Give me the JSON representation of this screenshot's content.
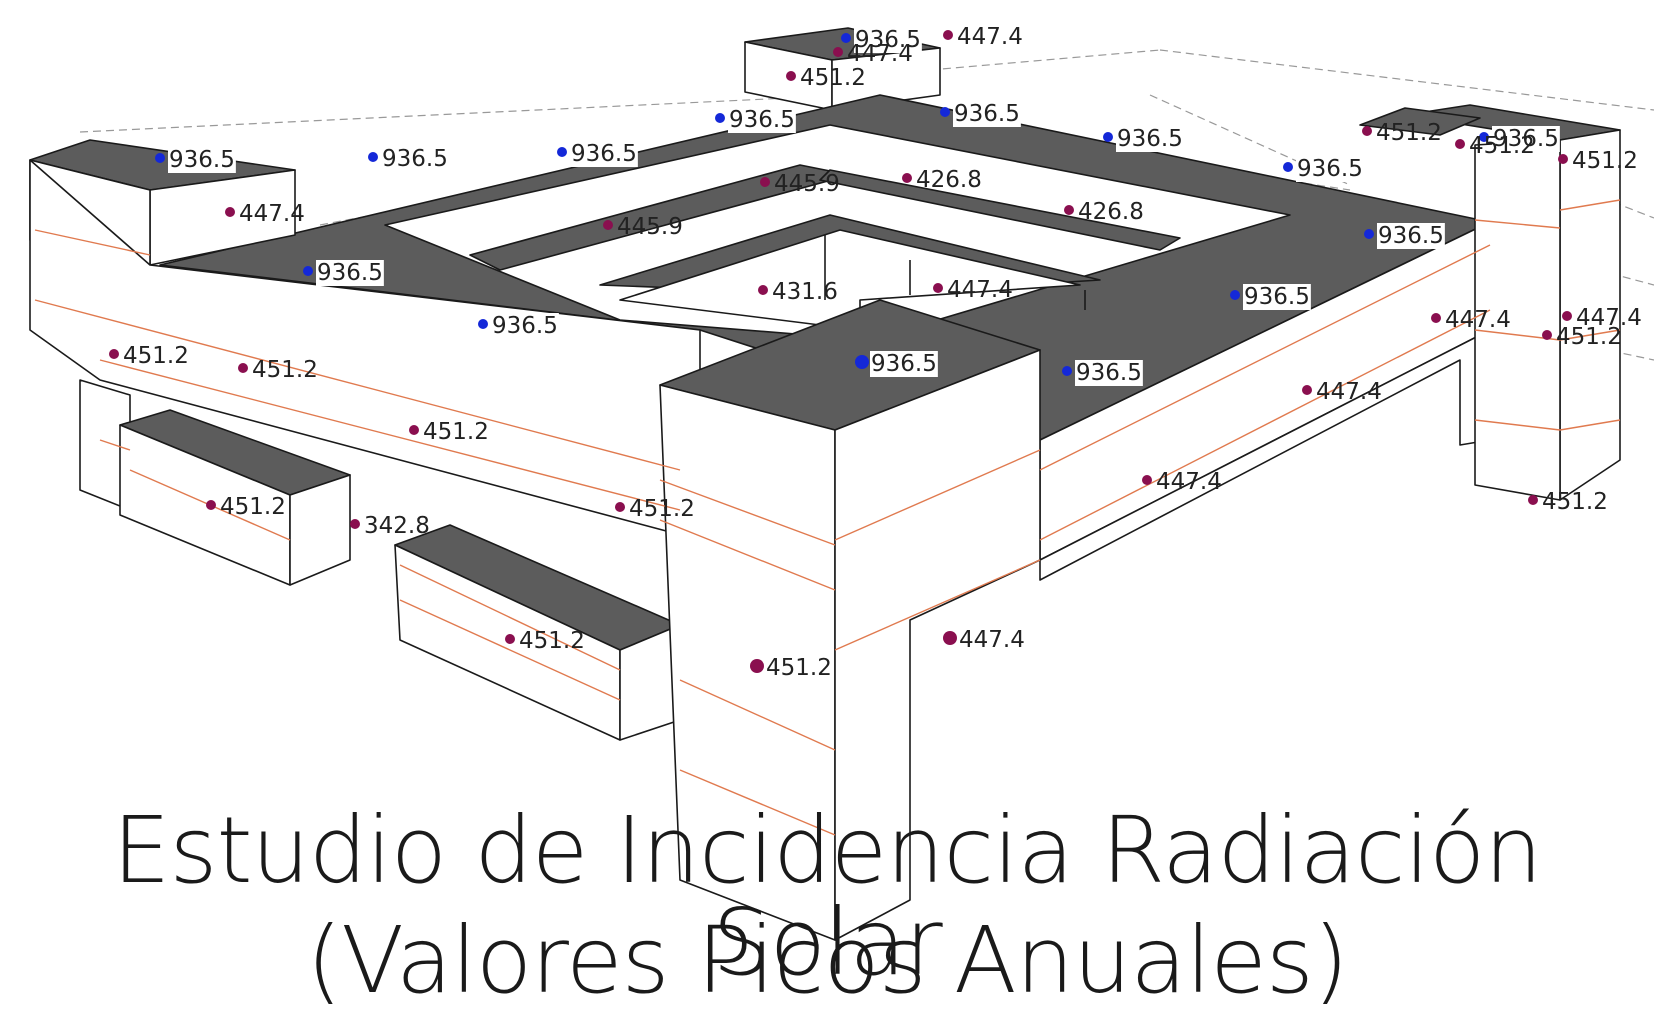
{
  "title": {
    "line1": "Estudio de Incidencia Radiación Solar",
    "line2": "(Valores Picos Anuales)"
  },
  "colors": {
    "roof": "#5c5c5c",
    "wall": "#ffffff",
    "edge": "#1a1a1a",
    "contour": "#e07a4f",
    "guide": "#999999",
    "marker_roof": "#1428d8",
    "marker_wall": "#8a0f4f",
    "label_text": "#222222"
  },
  "readings": [
    {
      "value": "936.5",
      "surface": "roof"
    },
    {
      "value": "936.5",
      "surface": "roof"
    },
    {
      "value": "936.5",
      "surface": "roof"
    },
    {
      "value": "936.5",
      "surface": "roof"
    },
    {
      "value": "936.5",
      "surface": "roof"
    },
    {
      "value": "936.5",
      "surface": "roof"
    },
    {
      "value": "936.5",
      "surface": "roof"
    },
    {
      "value": "936.5",
      "surface": "roof"
    },
    {
      "value": "936.5",
      "surface": "roof"
    },
    {
      "value": "936.5",
      "surface": "roof"
    },
    {
      "value": "936.5",
      "surface": "roof"
    },
    {
      "value": "936.5",
      "surface": "roof"
    },
    {
      "value": "936.5",
      "surface": "roof"
    },
    {
      "value": "936.5",
      "surface": "roof"
    },
    {
      "value": "936.5",
      "surface": "roof"
    },
    {
      "value": "447.4",
      "surface": "wall"
    },
    {
      "value": "447.4",
      "surface": "wall"
    },
    {
      "value": "451.2",
      "surface": "wall"
    },
    {
      "value": "451.2",
      "surface": "wall"
    },
    {
      "value": "451.2",
      "surface": "wall"
    },
    {
      "value": "451.2",
      "surface": "wall"
    },
    {
      "value": "447.4",
      "surface": "wall"
    },
    {
      "value": "445.9",
      "surface": "wall"
    },
    {
      "value": "445.9",
      "surface": "wall"
    },
    {
      "value": "426.8",
      "surface": "wall"
    },
    {
      "value": "426.8",
      "surface": "wall"
    },
    {
      "value": "431.6",
      "surface": "wall"
    },
    {
      "value": "447.4",
      "surface": "wall"
    },
    {
      "value": "447.4",
      "surface": "wall"
    },
    {
      "value": "451.2",
      "surface": "wall"
    },
    {
      "value": "447.4",
      "surface": "wall"
    },
    {
      "value": "451.2",
      "surface": "wall"
    },
    {
      "value": "451.2",
      "surface": "wall"
    },
    {
      "value": "451.2",
      "surface": "wall"
    },
    {
      "value": "451.2",
      "surface": "wall"
    },
    {
      "value": "451.2",
      "surface": "wall"
    },
    {
      "value": "342.8",
      "surface": "wall"
    },
    {
      "value": "451.2",
      "surface": "wall"
    },
    {
      "value": "451.2",
      "surface": "wall"
    },
    {
      "value": "447.4",
      "surface": "wall"
    },
    {
      "value": "447.4",
      "surface": "wall"
    },
    {
      "value": "447.4",
      "surface": "wall"
    },
    {
      "value": "451.2",
      "surface": "wall"
    },
    {
      "value": "451.2",
      "surface": "wall"
    }
  ]
}
